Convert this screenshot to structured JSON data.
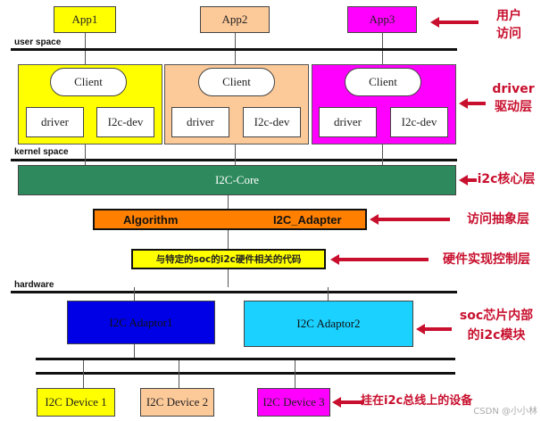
{
  "apps": [
    "App1",
    "App2",
    "App3"
  ],
  "layers": {
    "user_space": "user space",
    "kernel_space": "kernel space",
    "hardware": "hardware"
  },
  "driver_blocks": [
    {
      "client": "Client",
      "driver": "driver",
      "i2cdev": "I2c-dev"
    },
    {
      "client": "Client",
      "driver": "driver",
      "i2cdev": "I2c-dev"
    },
    {
      "client": "Client",
      "driver": "driver",
      "i2cdev": "I2c-dev"
    }
  ],
  "core": "I2C-Core",
  "algo_bar": {
    "algorithm": "Algorithm",
    "adapter": "I2C_Adapter"
  },
  "soc_code": "与特定的soc的i2c硬件相关的代码",
  "adaptors": [
    "I2C Adaptor1",
    "I2C Adaptor2"
  ],
  "devices": [
    "I2C Device 1",
    "I2C Device 2",
    "I2C Device 3"
  ],
  "annotations": {
    "user_access": [
      "用户",
      "访问"
    ],
    "driver_layer": [
      "driver",
      "驱动层"
    ],
    "core_layer": "i2c核心层",
    "access_abstract": "访问抽象层",
    "hw_control": "硬件实现控制层",
    "soc_module": [
      "soc芯片内部",
      "的i2c模块"
    ],
    "mounted": "挂在i2c总线上的设备"
  },
  "watermark": "CSDN @小小林",
  "colors": {
    "yellow": "#ffff00",
    "peach": "#fcc999",
    "magenta": "#ff00ff",
    "core_green": "#2e8a5d",
    "algo_orange": "#ff8000",
    "adaptor1_blue": "#0000e6",
    "adaptor2_cyan": "#1ad1ff",
    "annotation_red": "#c8102e"
  }
}
